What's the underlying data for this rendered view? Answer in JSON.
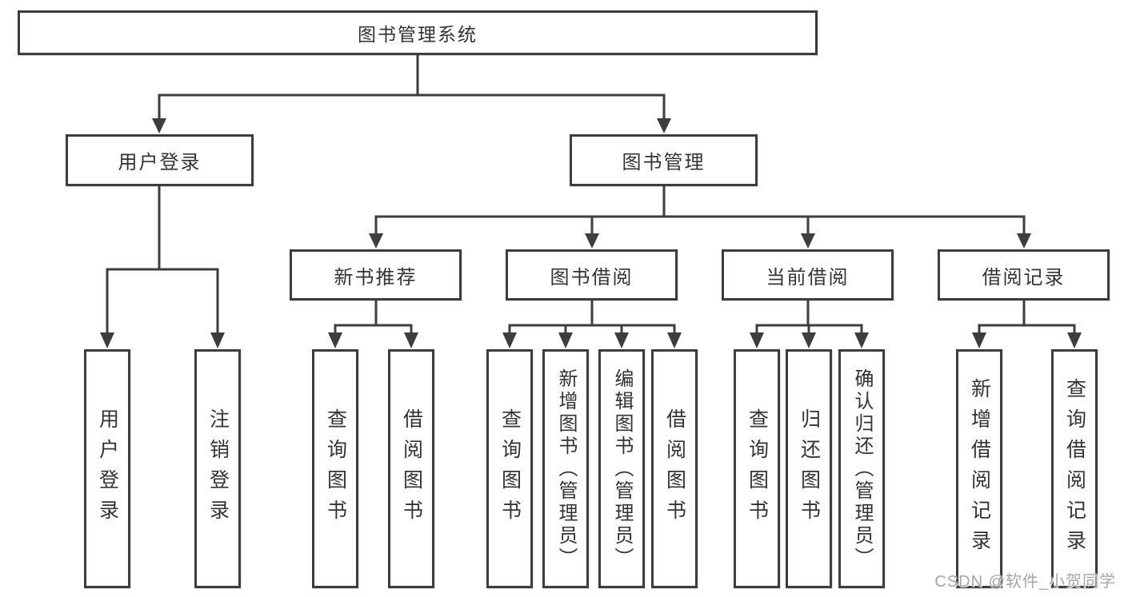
{
  "diagram": {
    "type": "hierarchy-tree",
    "tree": {
      "root": {
        "label": "图书管理系统"
      },
      "branches": [
        {
          "label": "用户登录",
          "children": [
            {
              "label": "用户登录"
            },
            {
              "label": "注销登录"
            }
          ]
        },
        {
          "label": "图书管理",
          "children": [
            {
              "label": "新书推荐",
              "children": [
                {
                  "label": "查询图书"
                },
                {
                  "label": "借阅图书"
                }
              ]
            },
            {
              "label": "图书借阅",
              "children": [
                {
                  "label": "查询图书"
                },
                {
                  "label": "新增图书（管理员）"
                },
                {
                  "label": "编辑图书（管理员）"
                },
                {
                  "label": "借阅图书"
                }
              ]
            },
            {
              "label": "当前借阅",
              "children": [
                {
                  "label": "查询图书"
                },
                {
                  "label": "归还图书"
                },
                {
                  "label": "确认归还（管理员）"
                }
              ]
            },
            {
              "label": "借阅记录",
              "children": [
                {
                  "label": "新增借阅记录"
                },
                {
                  "label": "查询借阅记录"
                }
              ]
            }
          ]
        }
      ]
    },
    "watermark": {
      "text": "CSDN @软件_小贺同学"
    },
    "colors": {
      "line": "#3d3d3d",
      "text": "#333333",
      "background": "#ffffff",
      "watermark": "#a6a6a6"
    }
  }
}
